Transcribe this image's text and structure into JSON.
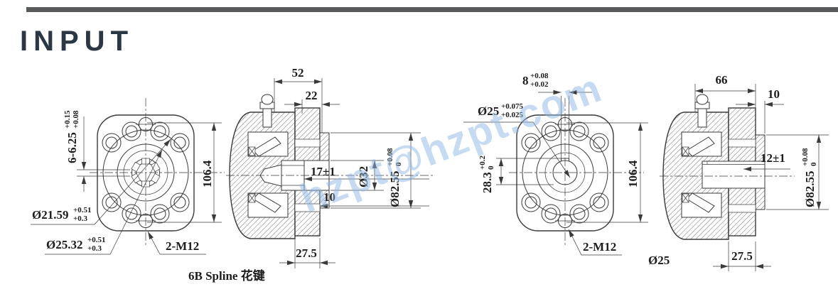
{
  "header": {
    "title": "INPUT"
  },
  "watermark": {
    "text": "hzpt@hzpt.com"
  },
  "left_flange": {
    "bolt_holes": {
      "value": "6-6.25",
      "tol_upper": "+0.15",
      "tol_lower": "+0.08"
    },
    "height": "106.4",
    "spline_minor_dia": {
      "value": "Ø21.59",
      "tol_upper": "+0.51",
      "tol_lower": "+0.3"
    },
    "spline_major_dia": {
      "value": "Ø25.32",
      "tol_upper": "+0.51",
      "tol_lower": "+0.3"
    },
    "thread_holes": "2-M12",
    "spline_note": "6B Spline 花键"
  },
  "left_section": {
    "overall_depth": "52",
    "pilot_depth": "22",
    "spline_depth": "17±1",
    "bore_dia": "Ø32",
    "pilot_dia": {
      "value": "Ø82.55",
      "tol_upper": "+0.08",
      "tol_lower": "0"
    },
    "step_depth": "10",
    "flange_thickness": "27.5"
  },
  "right_flange": {
    "key_width": {
      "value": "8",
      "tol_upper": "+0.08",
      "tol_lower": "+0.02"
    },
    "bore_dia": {
      "value": "Ø25",
      "tol_upper": "+0.075",
      "tol_lower": "+0.025"
    },
    "keyway_depth": {
      "value": "28.3",
      "tol_upper": "+0.2",
      "tol_lower": "0"
    },
    "height": "106.4",
    "thread_holes": "2-M12",
    "shaft_dia": "Ø25"
  },
  "right_section": {
    "overall_depth": "66",
    "step_depth": "10",
    "key_length": "12±1",
    "pilot_dia": {
      "value": "Ø82.55",
      "tol_upper": "+0.08",
      "tol_lower": "0"
    },
    "flange_thickness": "27.5"
  }
}
